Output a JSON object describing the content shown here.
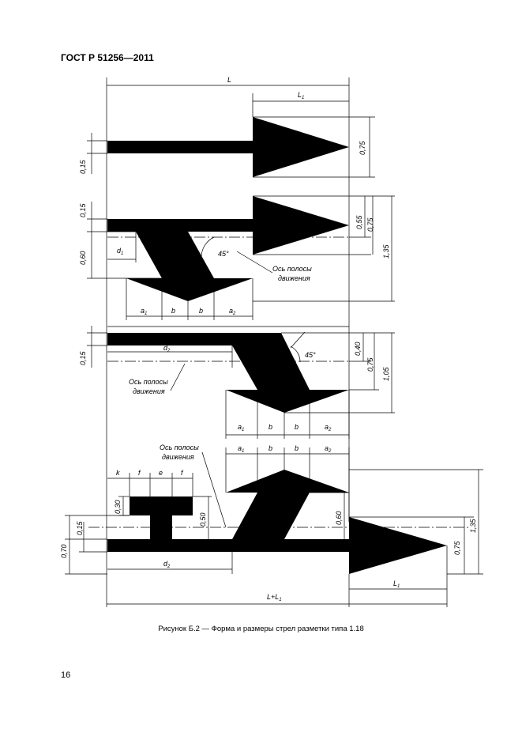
{
  "header": {
    "title": "ГОСТ Р 51256—2011"
  },
  "figure": {
    "caption": "Рисунок  Б.2 — Форма и размеры стрел разметки типа 1.18",
    "labels": {
      "L": "L",
      "L1_top": "L",
      "L1_top_sub": "1",
      "v075_a": "0,75",
      "v015_a": "0,15",
      "v015_b": "0,15",
      "v055": "0,55",
      "v075_b": "0,75",
      "v135_a": "1,35",
      "v060_a": "0,60",
      "d1": "d",
      "d1_sub": "1",
      "deg45_a": "45°",
      "axis1_line1": "Ось полосы",
      "axis1_line2": "движения",
      "a1_1": "a",
      "a1_1_sub": "1",
      "b_1": "b",
      "b_2": "b",
      "a2_1": "a",
      "a2_1_sub": "2",
      "v015_c": "0,15",
      "d2_a": "d",
      "d2_a_sub": "2",
      "deg45_b": "45°",
      "v040": "0,40",
      "v075_c": "0,75",
      "v105": "1,05",
      "axis2_line1": "Ось полосы",
      "axis2_line2": "движения",
      "a1_2": "a",
      "a1_2_sub": "1",
      "b_3": "b",
      "b_4": "b",
      "a2_2": "a",
      "a2_2_sub": "2",
      "axis3_line1": "Ось полосы",
      "axis3_line2": "движения",
      "a1_3": "a",
      "a1_3_sub": "1",
      "b_5": "b",
      "b_6": "b",
      "a2_3": "a",
      "a2_3_sub": "2",
      "k": "k",
      "f_1": "f",
      "e": "e",
      "f_2": "f",
      "v030": "0,30",
      "v050": "0,50",
      "v060_b": "0,60",
      "v135_b": "1,35",
      "v015_d": "0,15",
      "v070": "0,70",
      "v075_d": "0,75",
      "d2_b": "d",
      "d2_b_sub": "2",
      "L1_bot": "L",
      "L1_bot_sub": "1",
      "LL1": "L+L",
      "LL1_sub": "1"
    }
  },
  "footer": {
    "page_number": "16"
  }
}
